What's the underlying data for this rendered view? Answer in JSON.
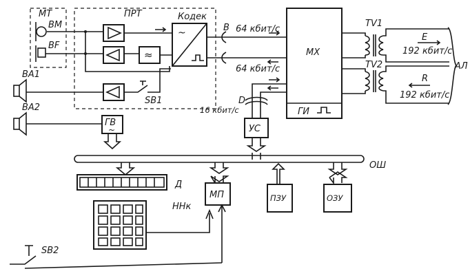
{
  "labels": {
    "mt": "МТ",
    "bm": "BM",
    "bf": "BF",
    "prt": "ПРТ",
    "codec": "Кодек",
    "b": "В",
    "d": "D",
    "rate_top": "64 кбит/с",
    "rate_bottom": "64 кбит/с",
    "rate_d": "16 кбит/с",
    "mx": "МХ",
    "gi": "ГИ",
    "tv1": "TV1",
    "tv2": "TV2",
    "e": "E",
    "r": "R",
    "rate_e": "192 кбит/с",
    "rate_r": "192 кбит/с",
    "al": "АЛ",
    "ba1": "BA1",
    "ba2": "BA2",
    "sb1": "SB1",
    "sb2": "SB2",
    "gv": "ГВ",
    "us": "УС",
    "osh": "ОШ",
    "d_display": "Д",
    "hhk": "HHк",
    "mp": "МП",
    "pzu": "ПЗУ",
    "ozu": "ОЗУ"
  }
}
